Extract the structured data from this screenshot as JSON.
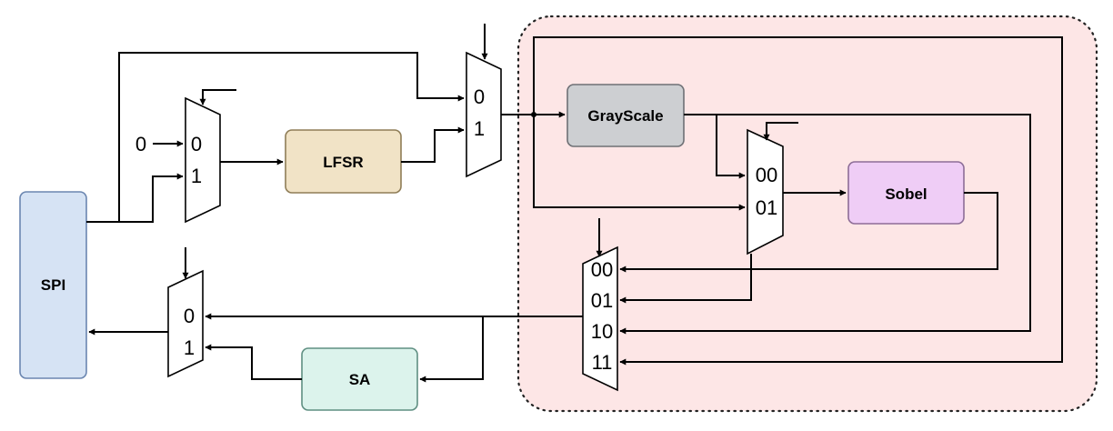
{
  "blocks": {
    "spi": {
      "label": "SPI",
      "fill": "#d6e3f4",
      "stroke": "#6b86b0"
    },
    "lfsr": {
      "label": "LFSR",
      "fill": "#f1e3c6",
      "stroke": "#8f7d57"
    },
    "grayscale": {
      "label": "GrayScale",
      "fill": "#cdcfd2",
      "stroke": "#6e7075"
    },
    "sobel": {
      "label": "Sobel",
      "fill": "#efcdf6",
      "stroke": "#8d6d97"
    },
    "sa": {
      "label": "SA",
      "fill": "#dcf3ec",
      "stroke": "#5f8f82"
    }
  },
  "muxes": {
    "mux_lfsr": {
      "inputs": [
        "0",
        "1"
      ]
    },
    "mux_source": {
      "inputs": [
        "0",
        "1"
      ]
    },
    "mux_sobel": {
      "inputs": [
        "00",
        "01"
      ]
    },
    "mux_output": {
      "inputs": [
        "00",
        "01",
        "10",
        "11"
      ]
    },
    "mux_spi": {
      "inputs": [
        "0",
        "1"
      ]
    }
  },
  "constant_input": "0",
  "accelerator_region": {
    "fill": "#fde6e6",
    "stroke": "#222222"
  }
}
